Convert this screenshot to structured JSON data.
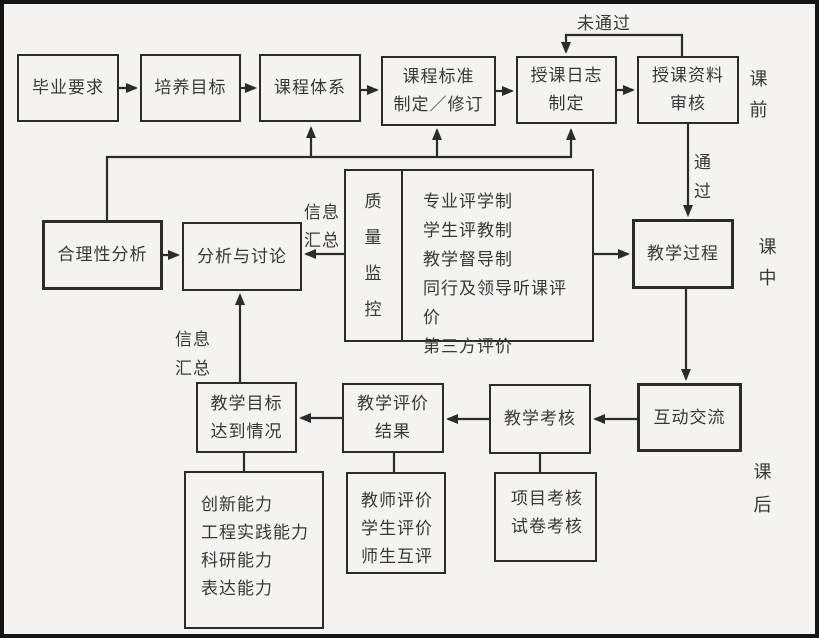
{
  "colors": {
    "background": "#f4f3f1",
    "ink": "#2c2b28"
  },
  "stage_labels": {
    "pre": "课\n前",
    "mid": "课\n中",
    "post": "课\n后"
  },
  "edge_labels": {
    "not_passed": "未通过",
    "passed": "通\n过",
    "info_summary_upper": "信息\n汇总",
    "info_summary_lower": "信息\n汇总"
  },
  "nodes": {
    "graduation_requirements": "毕业要求",
    "training_objectives": "培养目标",
    "curriculum_system": "课程体系",
    "course_standard": "课程标准\n制定／修订",
    "teaching_log": "授课日志\n制定",
    "teaching_materials_review": "授课资料\n审核",
    "teaching_process": "教学过程",
    "rationality_analysis": "合理性分析",
    "analysis_discussion": "分析与讨论",
    "quality_monitoring": "质\n量\n监\n控",
    "monitoring_items": [
      "专业评学制",
      "学生评教制",
      "教学督导制",
      "同行及领导听课评价",
      "第三方评价"
    ],
    "teaching_goal_achievement": "教学目标\n达到情况",
    "evaluation_results": "教学评价\n结果",
    "teaching_assessment": "教学考核",
    "interactive_communication": "互动交流",
    "ability_items": [
      "创新能力",
      "工程实践能力",
      "科研能力",
      "表达能力"
    ],
    "evaluation_items": [
      "教师评价",
      "学生评价",
      "师生互评"
    ],
    "assessment_items": [
      "项目考核",
      "试卷考核"
    ]
  }
}
